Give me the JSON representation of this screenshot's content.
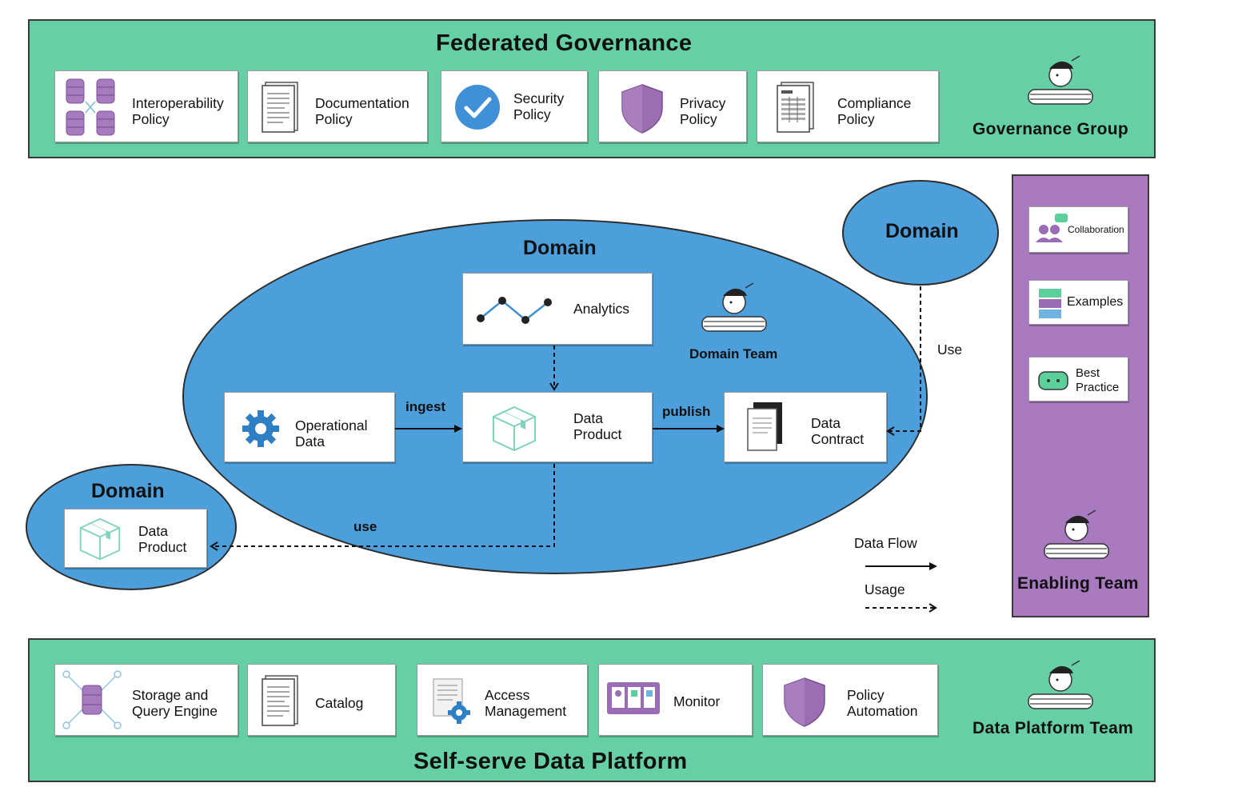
{
  "governance": {
    "title": "Federated Governance",
    "team": "Governance Group",
    "policies": [
      {
        "label": "Interoperability\nPolicy",
        "icon": "database-grid-icon"
      },
      {
        "label": "Documentation\nPolicy",
        "icon": "document-icon"
      },
      {
        "label": "Security\nPolicy",
        "icon": "checkmark-circle-icon"
      },
      {
        "label": "Privacy\nPolicy",
        "icon": "shield-icon"
      },
      {
        "label": "Compliance\nPolicy",
        "icon": "report-icon"
      }
    ]
  },
  "domain_main": {
    "title": "Domain",
    "team": "Domain Team",
    "analytics": "Analytics",
    "operational_data": "Operational\nData",
    "data_product": "Data\nProduct",
    "data_contract": "Data\nContract",
    "edge_ingest": "ingest",
    "edge_publish": "publish",
    "edge_use": "use"
  },
  "domain_right": {
    "title": "Domain",
    "edge_use": "Use"
  },
  "domain_left": {
    "title": "Domain",
    "data_product": "Data\nProduct"
  },
  "legend": {
    "data_flow": "Data Flow",
    "usage": "Usage"
  },
  "enabling": {
    "team": "Enabling Team",
    "items": [
      {
        "label": "Collaboration",
        "icon": "collaboration-icon"
      },
      {
        "label": "Examples",
        "icon": "examples-icon"
      },
      {
        "label": "Best\nPractice",
        "icon": "best-practice-icon"
      }
    ]
  },
  "platform": {
    "title": "Self-serve Data Platform",
    "team": "Data Platform Team",
    "items": [
      {
        "label": "Storage and\nQuery Engine",
        "icon": "storage-engine-icon"
      },
      {
        "label": "Catalog",
        "icon": "catalog-icon"
      },
      {
        "label": "Access\nManagement",
        "icon": "access-management-icon"
      },
      {
        "label": "Monitor",
        "icon": "monitor-icon"
      },
      {
        "label": "Policy\nAutomation",
        "icon": "shield-icon"
      }
    ]
  },
  "colors": {
    "band_green": "#66cfa5",
    "domain_blue": "#4d9fdb",
    "enabling_purple": "#a97abf"
  }
}
